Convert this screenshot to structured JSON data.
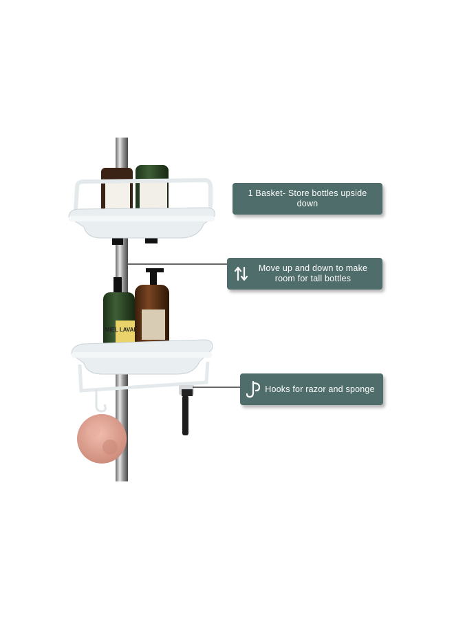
{
  "callouts": {
    "basket": {
      "text": "1 Basket- Store bottles upside down"
    },
    "move": {
      "text": "Move up and down to make room for tall bottles",
      "icon": "up-down-arrows-icon"
    },
    "hooks": {
      "text": "Hooks for razor and sponge",
      "icon": "hook-icon"
    }
  },
  "bottle_labels": {
    "soap_label": "MIEL LAVANDE"
  },
  "colors": {
    "callout_bg": "#4f6d6a",
    "callout_text": "#ffffff",
    "pole": "#b8b8b8",
    "shelf": "#e8edf0",
    "green_bottle": "#2e4a2a",
    "amber_bottle": "#5a3318",
    "sponge": "#e2a595"
  }
}
